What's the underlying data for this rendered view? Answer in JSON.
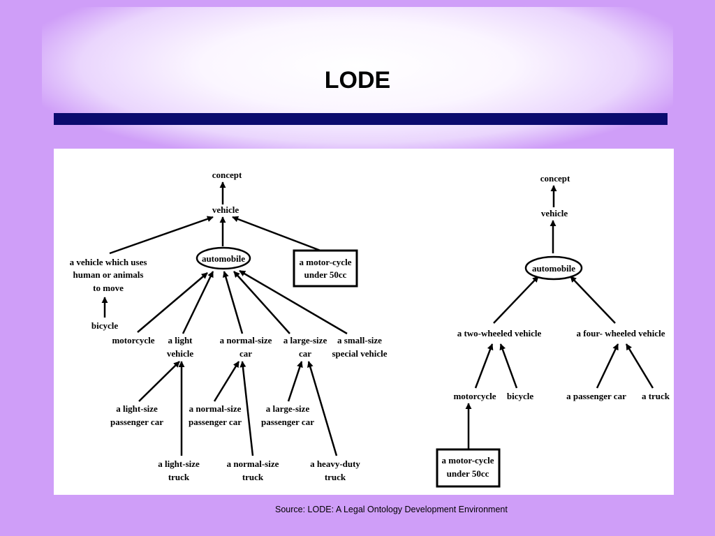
{
  "slide": {
    "title": "LODE",
    "source": "Source: LODE:  A Legal Ontology Development Environment"
  },
  "colors": {
    "background": "#cf9ef8",
    "rule": "#0b0b6e",
    "panel": "#ffffff",
    "ink": "#000000"
  },
  "left_tree": {
    "concept": "concept",
    "vehicle": "vehicle",
    "human_vehicle": [
      "a vehicle which uses",
      "human or animals",
      "to move"
    ],
    "bicycle": "bicycle",
    "automobile": "automobile",
    "motor_cycle_50": [
      "a motor-cycle",
      "under 50cc"
    ],
    "motorcycle": "motorcycle",
    "light_vehicle": [
      "a light",
      "vehicle"
    ],
    "normal_car": [
      "a normal-size",
      "car"
    ],
    "large_car": [
      "a large-size",
      "car"
    ],
    "small_special": [
      "a small-size",
      "special vehicle"
    ],
    "light_passenger": [
      "a light-size",
      "passenger car"
    ],
    "normal_passenger": [
      "a normal-size",
      "passenger car"
    ],
    "large_passenger": [
      "a large-size",
      "passenger car"
    ],
    "light_truck": [
      "a light-size",
      "truck"
    ],
    "normal_truck": [
      "a normal-size",
      "truck"
    ],
    "heavy_truck": [
      "a heavy-duty",
      "truck"
    ]
  },
  "right_tree": {
    "concept": "concept",
    "vehicle": "vehicle",
    "automobile": "automobile",
    "two_wheeled": "a two-wheeled vehicle",
    "four_wheeled": "a four- wheeled vehicle",
    "motorcycle": "motorcycle",
    "bicycle": "bicycle",
    "passenger_car": "a passenger car",
    "truck": "a truck",
    "motor_cycle_50": [
      "a motor-cycle",
      "under 50cc"
    ]
  }
}
